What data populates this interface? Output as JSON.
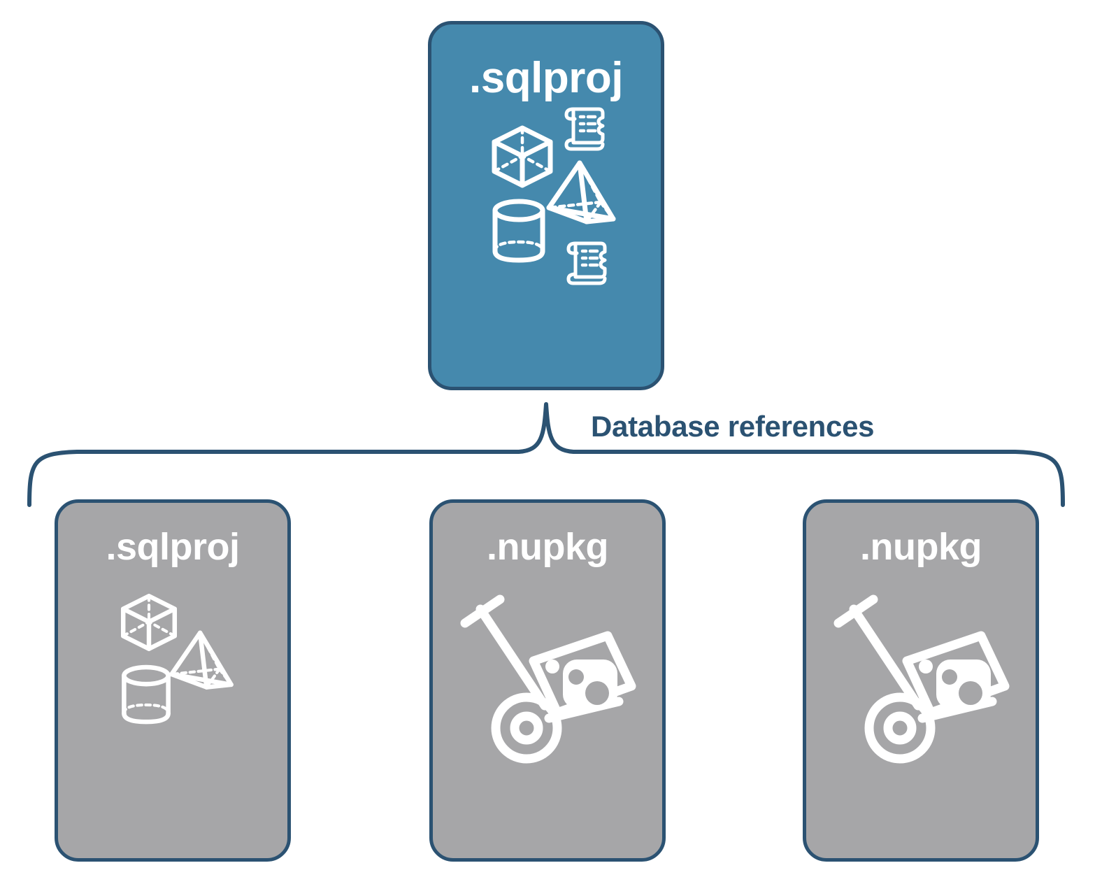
{
  "diagram": {
    "title_text": "Database references",
    "colors": {
      "card_blue": "#4589AD",
      "card_gray": "#A6A6A8",
      "border_navy": "#2B5272",
      "label_navy": "#2B5272",
      "icon_white": "#FFFFFF",
      "background": "#FFFFFF"
    },
    "root": {
      "label": ".sqlproj",
      "fill": "blue",
      "icons": [
        "cube-wireframe-icon",
        "scroll-document-icon",
        "pyramid-wireframe-icon",
        "cylinder-wireframe-icon",
        "scroll-document-icon"
      ]
    },
    "connector": {
      "label": "Database references",
      "style": "curly-brace"
    },
    "references": [
      {
        "label": ".sqlproj",
        "fill": "gray",
        "icons": [
          "cube-wireframe-icon",
          "pyramid-wireframe-icon",
          "cylinder-wireframe-icon"
        ]
      },
      {
        "label": ".nupkg",
        "fill": "gray",
        "icons": [
          "hand-truck-package-icon"
        ]
      },
      {
        "label": ".nupkg",
        "fill": "gray",
        "icons": [
          "hand-truck-package-icon"
        ]
      }
    ]
  }
}
